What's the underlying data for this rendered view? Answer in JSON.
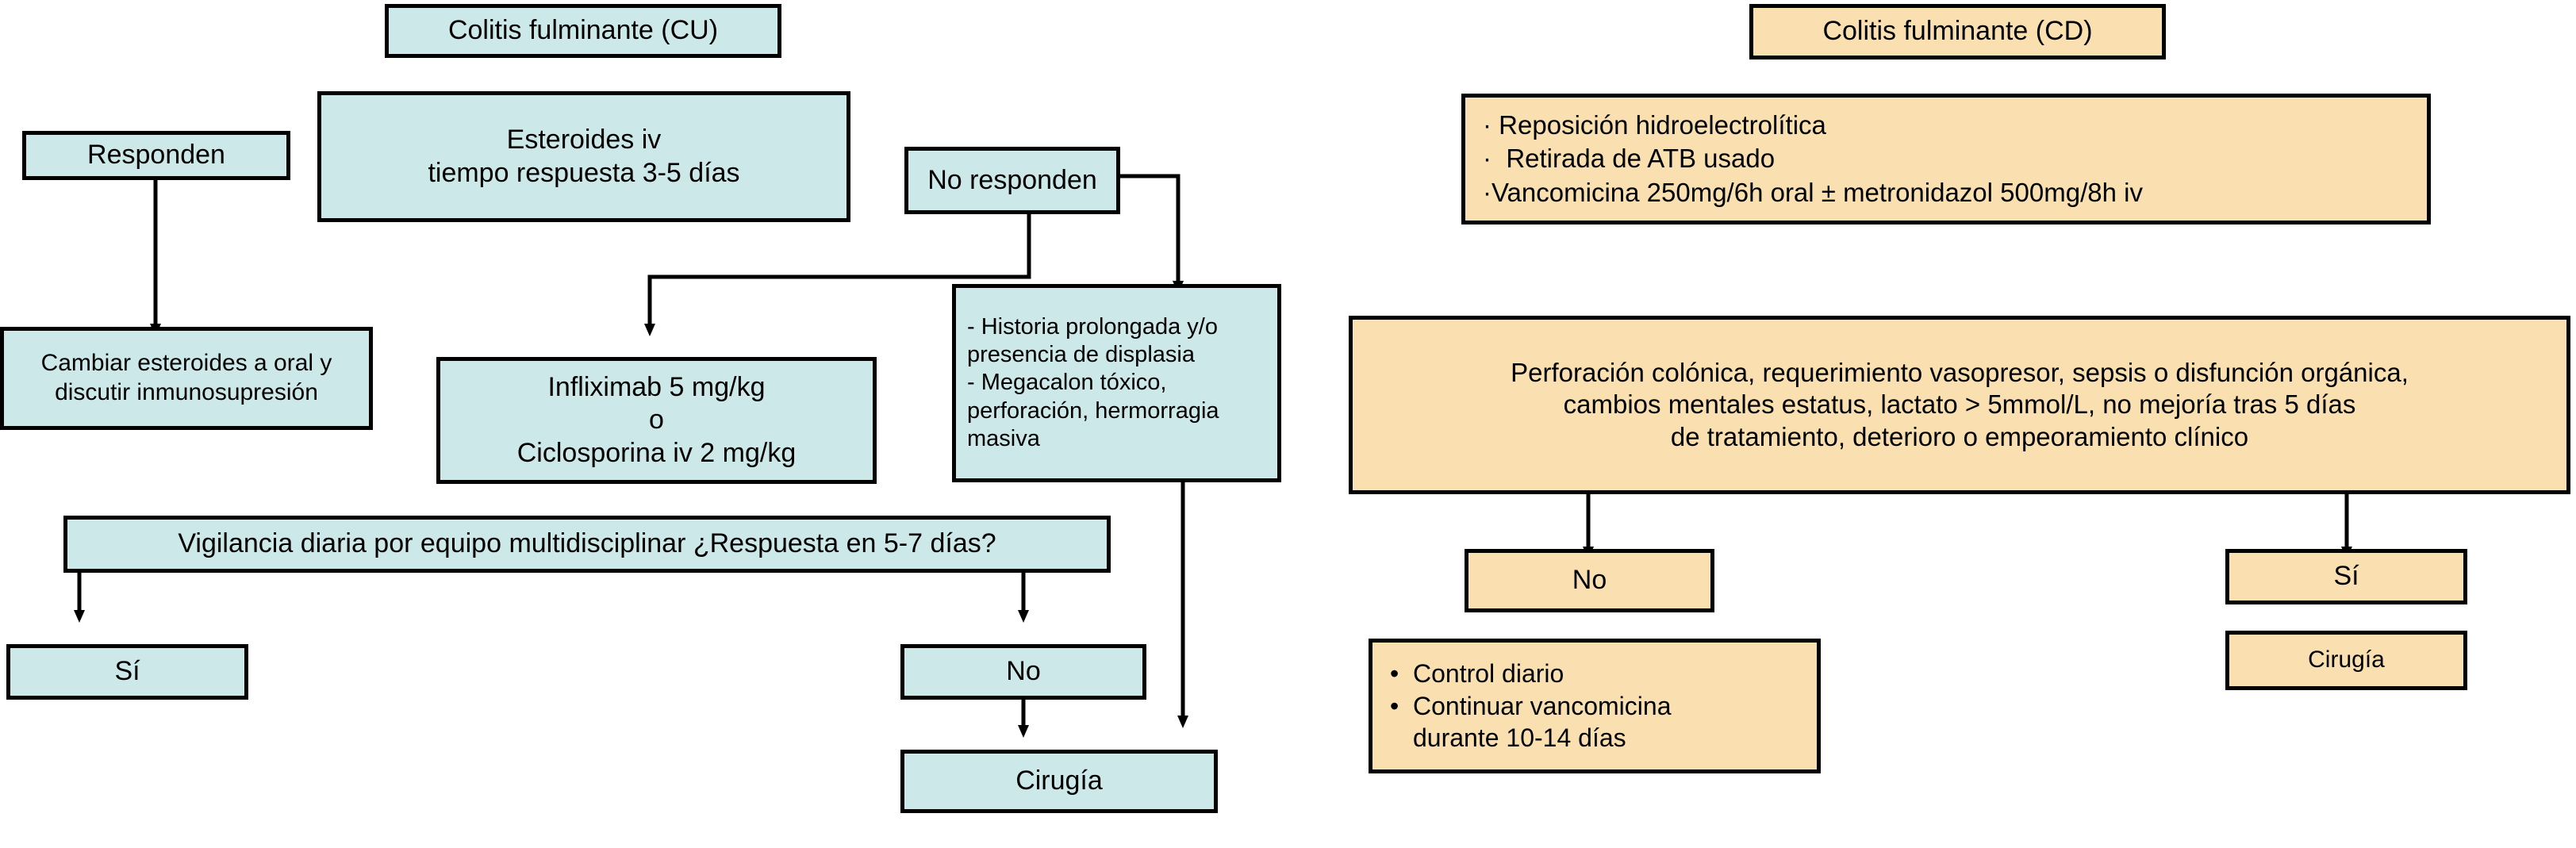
{
  "diagram": {
    "title_cu": "Colitis fulminante (CU)",
    "title_cd": "Colitis fulminante (CD)",
    "colors": {
      "cu_fill": "#cde8e8",
      "cd_fill": "#fadfb0",
      "stroke": "#000000",
      "background": "#ffffff"
    }
  },
  "cu": {
    "header": "Colitis fulminante (CU)",
    "responden": "Responden",
    "esteroides": "Esteroides iv\ntiempo respuesta 3-5 días",
    "no_responden": "No responden",
    "cambiar": "Cambiar esteroides a oral y\ndiscutir inmunosupresión",
    "infliximab": "Infliximab 5 mg/kg\no\nCiclosporina iv 2 mg/kg",
    "criterios": "- Historia prolongada y/o\npresencia de displasia\n- Megacalon tóxico,\nperforación, hermorragia\nmasiva",
    "vigilancia": "Vigilancia diaria por equipo multidisciplinar ¿Respuesta en 5-7 días?",
    "si": "Sí",
    "no": "No",
    "cirugia": "Cirugía"
  },
  "cd": {
    "header": "Colitis fulminante (CD)",
    "medidas": [
      "Reposición hidroelectrolítica",
      "Retirada de ATB usado",
      "Vancomicina 250mg/6h oral ± metronidazol 500mg/8h iv"
    ],
    "criterios": "Perforación colónica, requerimiento vasopresor, sepsis o disfunción orgánica,\ncambios mentales estatus, lactato > 5mmol/L, no mejoría tras 5 días\nde tratamiento, deterioro o empeoramiento clínico",
    "no": "No",
    "si": "Sí",
    "seguimiento": [
      "Control diario",
      "Continuar vancomicina\ndurante 10-14 días"
    ],
    "cirugia": "Cirugía"
  }
}
